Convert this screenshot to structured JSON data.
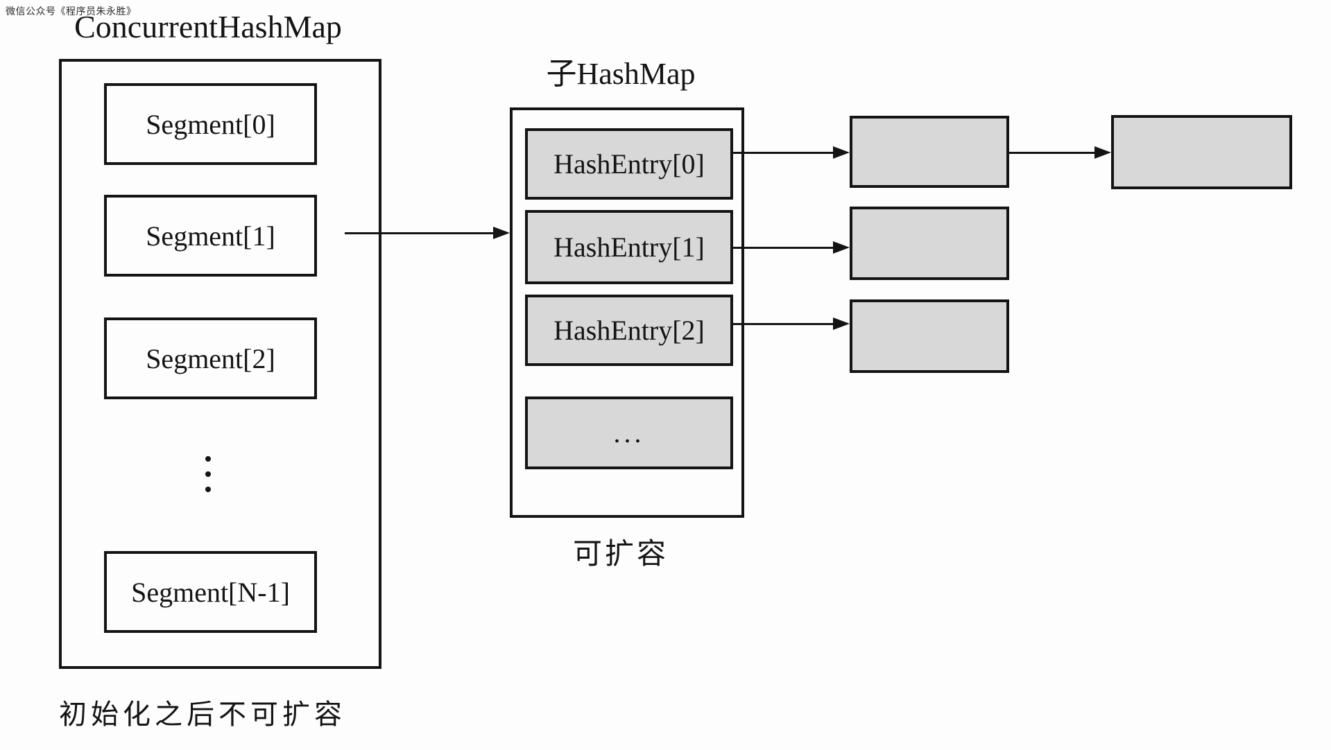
{
  "watermark": "微信公众号《程序员朱永胜》",
  "colors": {
    "background": "#fdfdfd",
    "line": "#141414",
    "node_fill": "#d8d8d8",
    "box_fill": "#fdfdfd"
  },
  "concurrent_hashmap": {
    "title": "ConcurrentHashMap",
    "segments": [
      "Segment[0]",
      "Segment[1]",
      "Segment[2]",
      "Segment[N-1]"
    ],
    "caption": "初始化之后不可扩容"
  },
  "sub_hashmap": {
    "title": "子HashMap",
    "entries": [
      "HashEntry[0]",
      "HashEntry[1]",
      "HashEntry[2]",
      "..."
    ],
    "caption": "可扩容"
  }
}
